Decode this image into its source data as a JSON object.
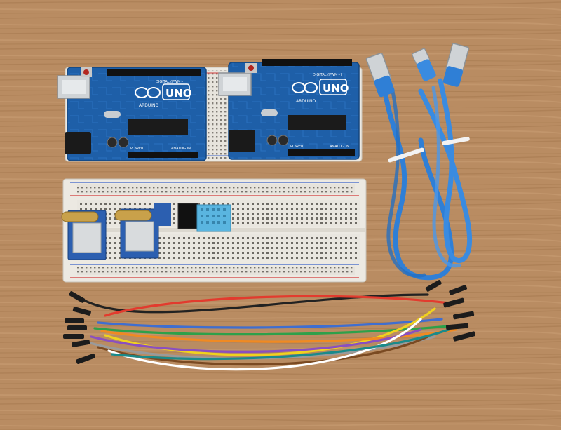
{
  "boards": [
    {
      "brand": "ARDUINO",
      "model": "UNO",
      "digital_label": "DIGITAL (PWM~)",
      "power_label": "POWER",
      "analog_label": "ANALOG IN"
    },
    {
      "brand": "ARDUINO",
      "model": "UNO",
      "digital_label": "DIGITAL (PWM~)",
      "power_label": "POWER",
      "analog_label": "ANALOG IN"
    }
  ],
  "colors": {
    "table": "#b98c62",
    "board_blue": "#1e5fa8",
    "breadboard": "#e9e6df",
    "usb_cable": "#2f7fd6",
    "sensor_blue": "#5ab5e0",
    "rail_red": "#d23a3a",
    "rail_blue": "#3a62c8"
  },
  "wire_colors": [
    "#222222",
    "#e23b2e",
    "#3f6ed0",
    "#2ea04a",
    "#f0d21e",
    "#f08a22",
    "#8a4fc0",
    "#9a9a9a",
    "#7a4a22",
    "#ffffff"
  ]
}
